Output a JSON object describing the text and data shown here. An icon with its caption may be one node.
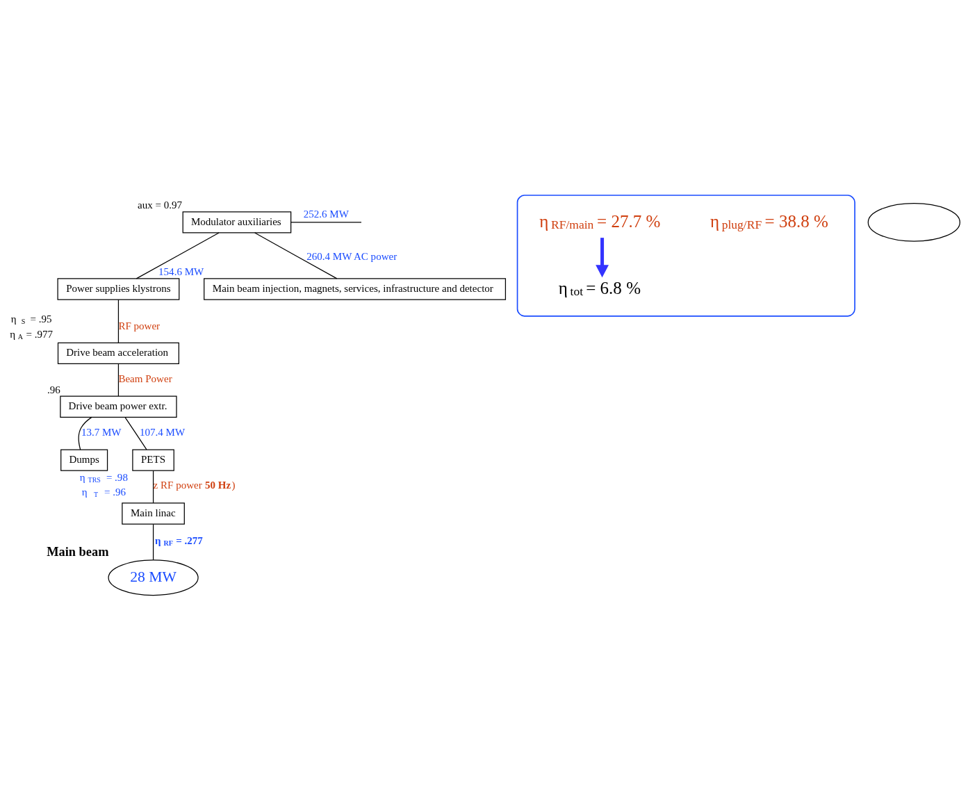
{
  "diagram": {
    "nodes": [
      {
        "text": [
          "Modulator auxiliaries"
        ],
        "beside": [
          "aux = 0.97"
        ]
      },
      {
        "text": [
          "Power supplies klystrons"
        ]
      },
      {
        "text": [
          "Main beam injection, magnets, services, infrastructure and detector"
        ],
        "beside": [
          "154.6 MW"
        ]
      },
      {
        "text": [
          "Drive beam acceleration"
        ],
        "beside": [
          "η$_{S}$ = .95",
          "η$_{A}$ = .977"
        ]
      },
      {
        "text": [
          "Drive beam power extr."
        ],
        "beside": [
          ".96"
        ]
      },
      {
        "text": [
          "Dumps"
        ]
      },
      {
        "text": [
          "PETS"
        ],
        "beside": [
          "η$_{TRS}$  = .98",
          "η$_{T}$ = .96"
        ]
      },
      {
        "text": [
          "Main linac"
        ]
      },
      {
        "text": [
          "28 MW"
        ],
        "beside": [
          "Main beam"
        ]
      },
      {
        "text": [],
        "shape": "box"
      },
      {
        "text": [
          "η$_{plug/RF}$ = 38.8 %"
        ],
        "in": 9
      },
      {
        "text": [
          "η$_{RF/main}$ = 27.7 %"
        ],
        "in": 9
      },
      {
        "text": [
          "η$_{tot}$ = 6.8 %"
        ],
        "in": 9
      },
      {
        "text": [],
        "shape": "ellipse"
      }
    ],
    "edges": [
      {
        "from": 0,
        "to": null,
        "arrow": "none",
        "label": "252.6 MW"
      },
      {
        "from": 0,
        "to": 1,
        "arrow": "none"
      },
      {
        "from": 0,
        "to": 2,
        "arrow": "none",
        "label": "260.4 MW AC power"
      },
      {
        "from": 1,
        "to": 3,
        "arrow": "none",
        "label": "RF power"
      },
      {
        "from": 3,
        "to": 4,
        "arrow": "none",
        "label": "Beam Power"
      },
      {
        "from": 4,
        "to": 5,
        "arrow": "none",
        "label": "13.7 MW"
      },
      {
        "from": 4,
        "to": 6,
        "arrow": "none",
        "label": "107.4 MW"
      },
      {
        "from": 6,
        "to": 7,
        "arrow": "none",
        "label": "z RF power **50 Hz**)"
      },
      {
        "from": 7,
        "to": 8,
        "arrow": "none",
        "label": "η$_{RF}$ = .277"
      },
      {
        "from": 11,
        "to": 12,
        "arrow": "to",
        "style": "thick",
        "color": "#3333ff"
      }
    ]
  }
}
